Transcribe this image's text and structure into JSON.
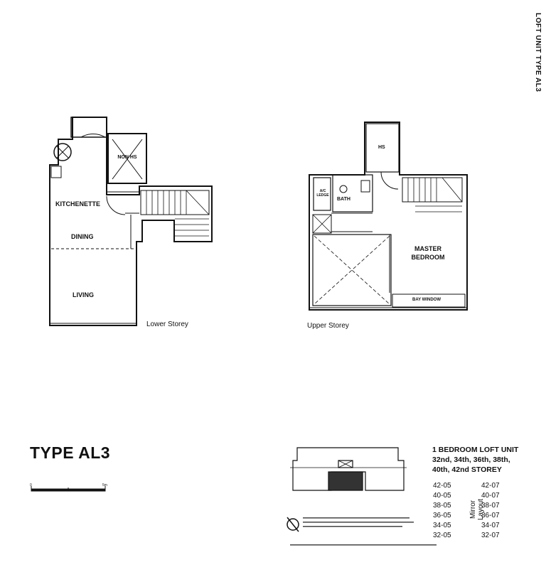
{
  "header": {
    "side_label": "LOFT UNIT TYPE AL3"
  },
  "lower_plan": {
    "caption": "Lower Storey",
    "rooms": {
      "kitchenette": "KITCHENETTE",
      "dining": "DINING",
      "living": "LIVING",
      "non_hs": "NON HS"
    }
  },
  "upper_plan": {
    "caption": "Upper Storey",
    "rooms": {
      "hs": "HS",
      "ac_ledge": "A/C LEDGE",
      "bath": "BATH",
      "master": "MASTER BEDROOM",
      "bay_window": "BAY WINDOW"
    }
  },
  "type_title": "TYPE AL3",
  "scale": {
    "start": "0",
    "end": "5m"
  },
  "unit_info": {
    "line1": "1 BEDROOM LOFT UNIT",
    "line2": "32nd, 34th, 36th, 38th,",
    "line3": "40th, 42nd STOREY"
  },
  "units_left": [
    "42-05",
    "40-05",
    "38-05",
    "36-05",
    "34-05",
    "32-05"
  ],
  "units_right": [
    "42-07",
    "40-07",
    "38-07",
    "36-07",
    "34-07",
    "32-07"
  ],
  "mirror_label": "Mirror Layout"
}
